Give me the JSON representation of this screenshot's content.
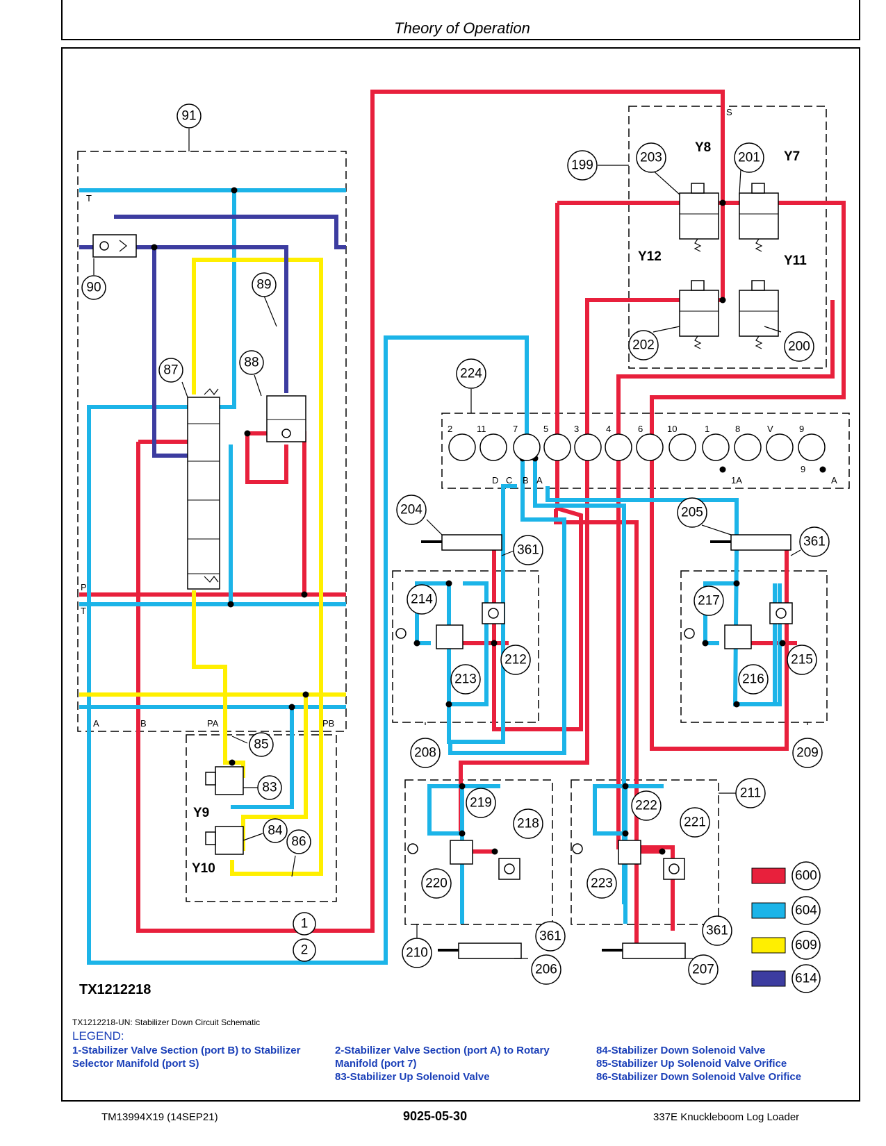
{
  "header": {
    "title": "Theory of Operation"
  },
  "diagram": {
    "tx_id": "TX1212218",
    "caption": "TX1212218-UN: Stabilizer Down Circuit Schematic",
    "callouts": [
      "91",
      "90",
      "89",
      "87",
      "88",
      "85",
      "83",
      "84",
      "86",
      "199",
      "203",
      "201",
      "202",
      "200",
      "224",
      "204",
      "205",
      "361",
      "214",
      "213",
      "212",
      "217",
      "216",
      "215",
      "208",
      "209",
      "211",
      "219",
      "218",
      "222",
      "221",
      "220",
      "223",
      "210",
      "206",
      "207",
      "1",
      "2"
    ],
    "solenoids": [
      "Y8",
      "Y7",
      "Y12",
      "Y11",
      "Y9",
      "Y10"
    ],
    "port_labels": [
      "T",
      "P",
      "T",
      "A",
      "B",
      "PA",
      "PB",
      "S"
    ],
    "manifold_ports": [
      "2",
      "11",
      "7",
      "5",
      "3",
      "4",
      "6",
      "10",
      "1",
      "8",
      "V",
      "9"
    ],
    "manifold_sub_ports": [
      "D",
      "C",
      "B",
      "A",
      "1A",
      "9",
      "A"
    ],
    "color_legend": [
      {
        "code": "600",
        "color": "#e8203c"
      },
      {
        "code": "604",
        "color": "#1cb4e8"
      },
      {
        "code": "609",
        "color": "#ffef00"
      },
      {
        "code": "614",
        "color": "#3c3ca0"
      }
    ]
  },
  "legend": {
    "heading": "LEGEND:",
    "col1": [
      "1-Stabilizer Valve Section (port B) to Stabilizer Selector Manifold (port S)"
    ],
    "col2": [
      "2-Stabilizer Valve Section (port A) to Rotary Manifold (port 7)",
      "83-Stabilizer Up Solenoid Valve"
    ],
    "col3": [
      "84-Stabilizer Down Solenoid Valve",
      "85-Stabilizer Up Solenoid Valve Orifice",
      "86-Stabilizer Down Solenoid Valve Orifice"
    ]
  },
  "footer": {
    "doc": "TM13994X19 (14SEP21)",
    "page": "9025-05-30",
    "product": "337E Knuckleboom Log Loader"
  }
}
